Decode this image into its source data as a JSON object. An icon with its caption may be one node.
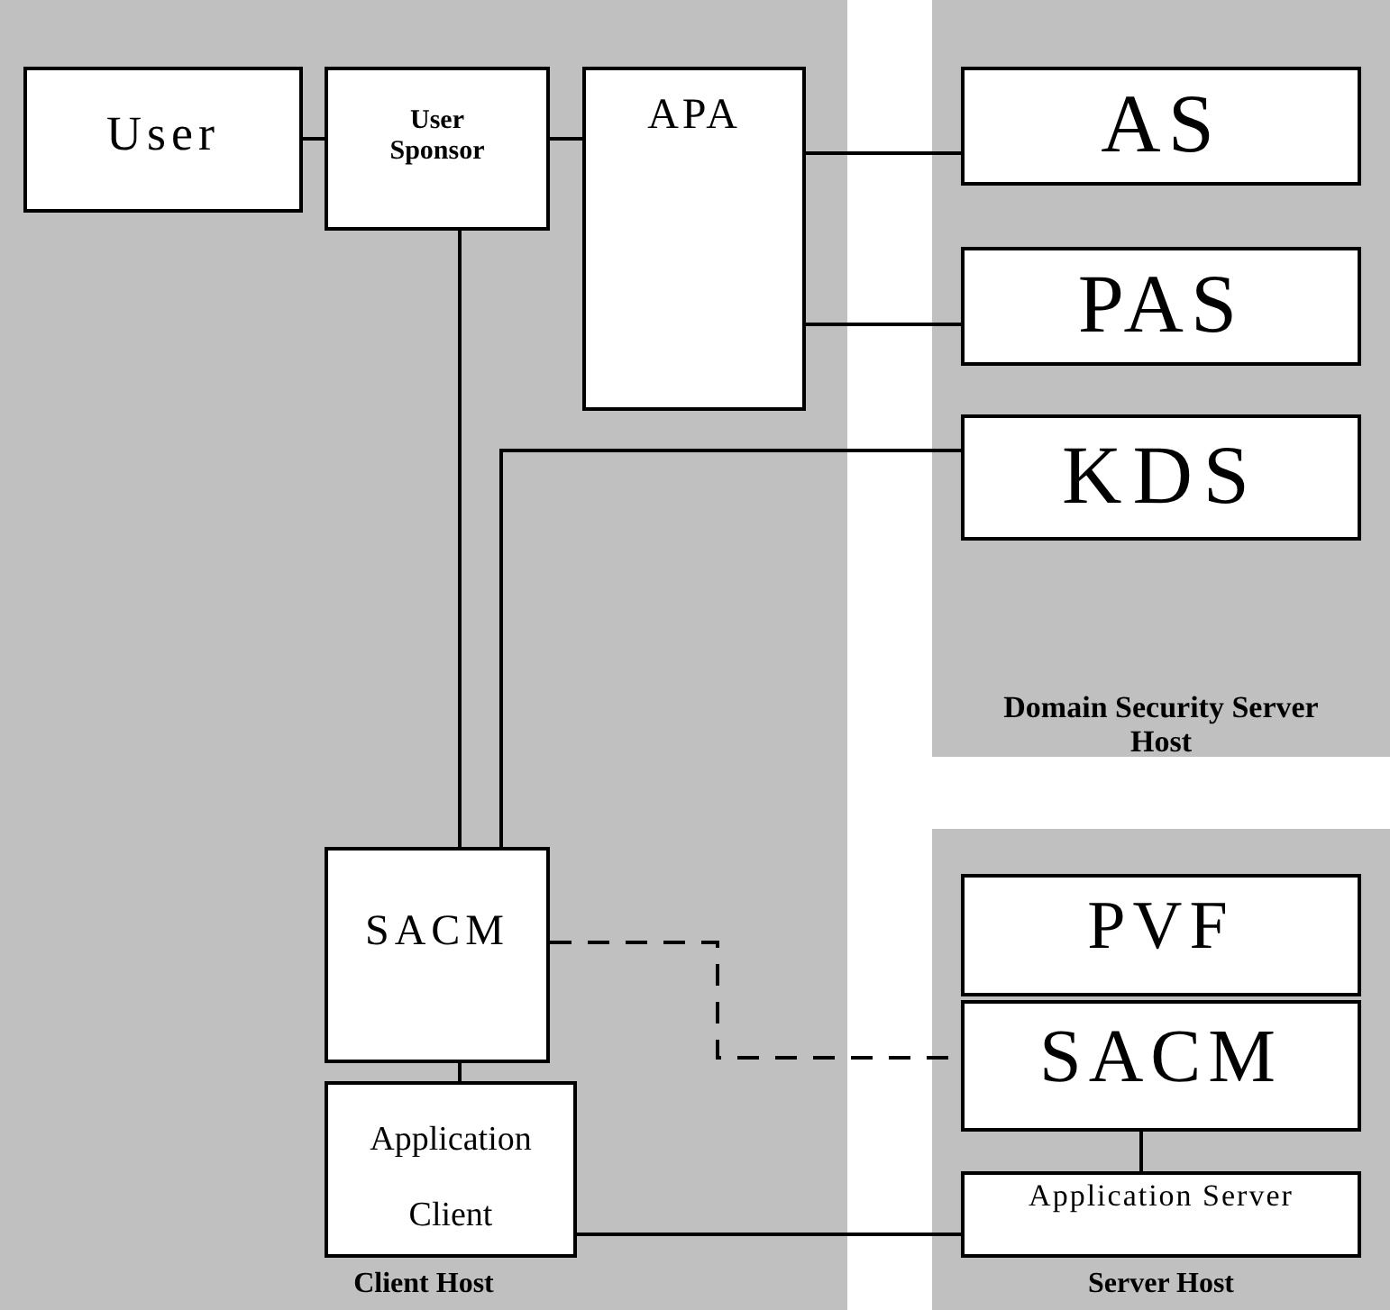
{
  "diagram": {
    "nodes": [
      {
        "text": [
          "Client Host"
        ]
      },
      {
        "text": [
          "User"
        ],
        "in": 0
      },
      {
        "text": [
          "User Sponsor"
        ],
        "in": 0
      },
      {
        "text": [
          "APA"
        ],
        "in": 0
      },
      {
        "text": [
          "SACM"
        ],
        "in": 0
      },
      {
        "text": [
          "Application Client"
        ],
        "in": 0
      },
      {
        "text": [
          "Domain Security Server Host"
        ]
      },
      {
        "text": [
          "AS"
        ],
        "in": 6
      },
      {
        "text": [
          "PAS"
        ],
        "in": 6
      },
      {
        "text": [
          "KDS"
        ],
        "in": 6
      },
      {
        "text": [
          "Server Host"
        ]
      },
      {
        "text": [
          "PVF"
        ],
        "in": 10
      },
      {
        "text": [
          "SACM"
        ],
        "in": 10
      },
      {
        "text": [
          "Application Server"
        ],
        "in": 10
      }
    ],
    "edges": [
      {
        "from": 1,
        "to": 2,
        "arrow": "none"
      },
      {
        "from": 2,
        "to": 3,
        "arrow": "none"
      },
      {
        "from": 3,
        "to": 7,
        "arrow": "none"
      },
      {
        "from": 3,
        "to": 8,
        "arrow": "none"
      },
      {
        "from": 2,
        "to": 4,
        "arrow": "none"
      },
      {
        "from": 9,
        "to": 4,
        "arrow": "none"
      },
      {
        "from": 4,
        "to": 12,
        "arrow": "none",
        "style": "dashed"
      },
      {
        "from": 4,
        "to": 5,
        "arrow": "none"
      },
      {
        "from": 5,
        "to": 13,
        "arrow": "none"
      },
      {
        "from": 12,
        "to": 13,
        "arrow": "none"
      }
    ]
  }
}
